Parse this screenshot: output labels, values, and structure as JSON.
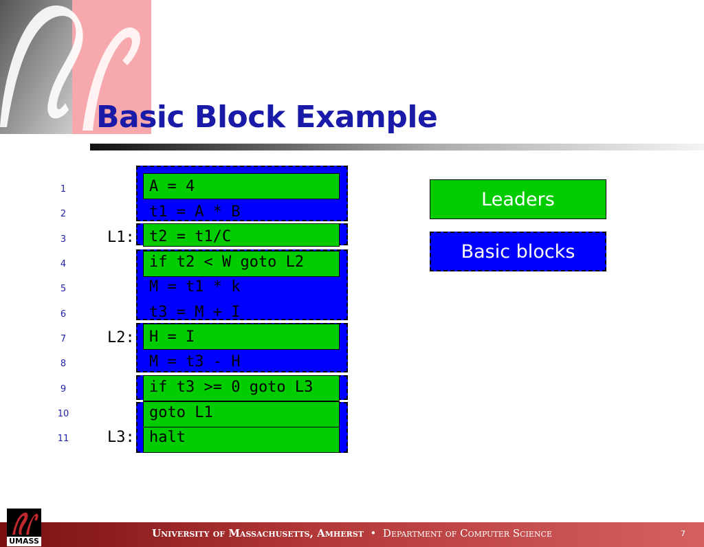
{
  "slide": {
    "title": "Basic Block Example",
    "page_number": "7"
  },
  "code": {
    "line_numbers": [
      "1",
      "2",
      "3",
      "4",
      "5",
      "6",
      "7",
      "8",
      "9",
      "10",
      "11"
    ],
    "labels": {
      "L1": "L1:",
      "L2": "L2:",
      "L3": "L3:"
    },
    "lines": [
      "A = 4",
      "t1 = A * B",
      "t2 = t1/C",
      "if t2 < W goto L2",
      "M = t1 * k",
      "t3 = M + I",
      "H = I",
      "M = t3 - H",
      "if t3 >= 0 goto L3",
      "goto L1",
      "halt"
    ]
  },
  "legend": {
    "leaders": "Leaders",
    "basic_blocks": "Basic blocks"
  },
  "footer": {
    "university_u": "U",
    "university_rest": "niversity of ",
    "mass_m": "M",
    "mass_rest": "assachusetts, ",
    "amherst_a": "A",
    "amherst_rest": "mherst",
    "separator": "•",
    "dept_d": "D",
    "dept_rest": "epartment of ",
    "cs_c": "C",
    "cs_rest": "omputer ",
    "sci_s": "S",
    "sci_rest": "cience",
    "logo_text": "UMASS"
  },
  "colors": {
    "title": "#1a1aa8",
    "leader_fill": "#00cc00",
    "block_fill": "#0000ff",
    "footer": "#b33838"
  }
}
